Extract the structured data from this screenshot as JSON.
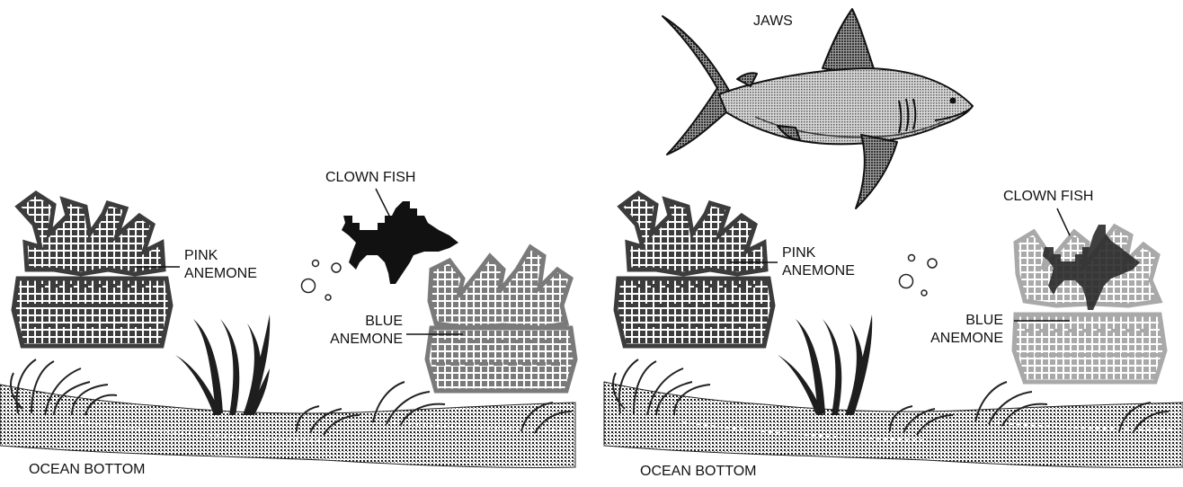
{
  "figure": {
    "left_panel": {
      "clown_fish": "CLOWN FISH",
      "pink_anemone": [
        "PINK",
        "ANEMONE"
      ],
      "blue_anemone": [
        "BLUE",
        "ANEMONE"
      ],
      "ocean_bottom": "OCEAN BOTTOM"
    },
    "right_panel": {
      "jaws": "JAWS",
      "clown_fish": "CLOWN FISH",
      "pink_anemone": [
        "PINK",
        "ANEMONE"
      ],
      "blue_anemone": [
        "BLUE",
        "ANEMONE"
      ],
      "ocean_bottom": "OCEAN BOTTOM"
    }
  },
  "colors": {
    "pink_anemone": "#3c3c3c",
    "blue_anemone_left": "#7a7a7a",
    "blue_anemone_right": "#a9a9a9",
    "seaweed": "#1e1e1e",
    "fish": "#111111",
    "shark_fill": "#b5b5b5"
  }
}
